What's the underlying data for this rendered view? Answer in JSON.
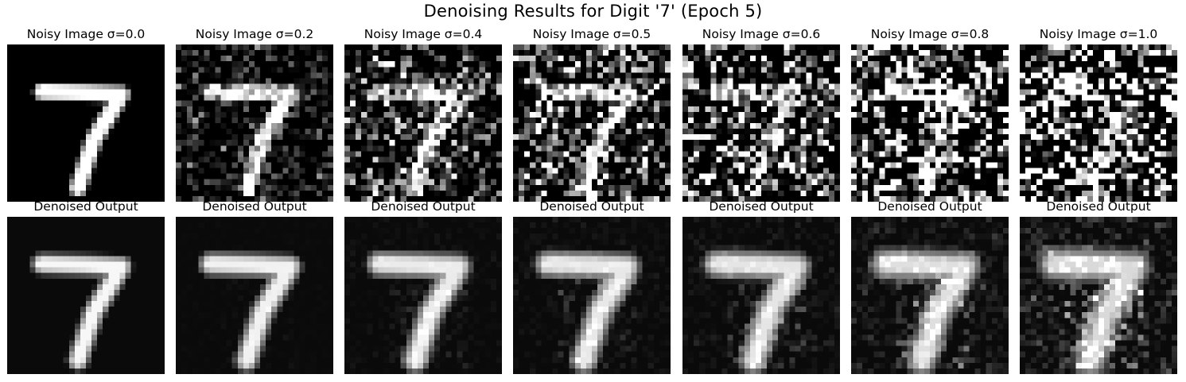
{
  "figure": {
    "title": "Denoising Results for Digit '7' (Epoch 5)"
  },
  "colormap": "gray",
  "image_size": 28,
  "panels": [
    {
      "noise_title": "Noisy Image σ=0.0",
      "noise_sigma": 0.0,
      "output_title": "Denoised Output"
    },
    {
      "noise_title": "Noisy Image σ=0.2",
      "noise_sigma": 0.2,
      "output_title": "Denoised Output"
    },
    {
      "noise_title": "Noisy Image σ=0.4",
      "noise_sigma": 0.4,
      "output_title": "Denoised Output"
    },
    {
      "noise_title": "Noisy Image σ=0.5",
      "noise_sigma": 0.5,
      "output_title": "Denoised Output"
    },
    {
      "noise_title": "Noisy Image σ=0.6",
      "noise_sigma": 0.6,
      "output_title": "Denoised Output"
    },
    {
      "noise_title": "Noisy Image σ=0.8",
      "noise_sigma": 0.8,
      "output_title": "Denoised Output"
    },
    {
      "noise_title": "Noisy Image σ=1.0",
      "noise_sigma": 1.0,
      "output_title": "Denoised Output"
    }
  ]
}
